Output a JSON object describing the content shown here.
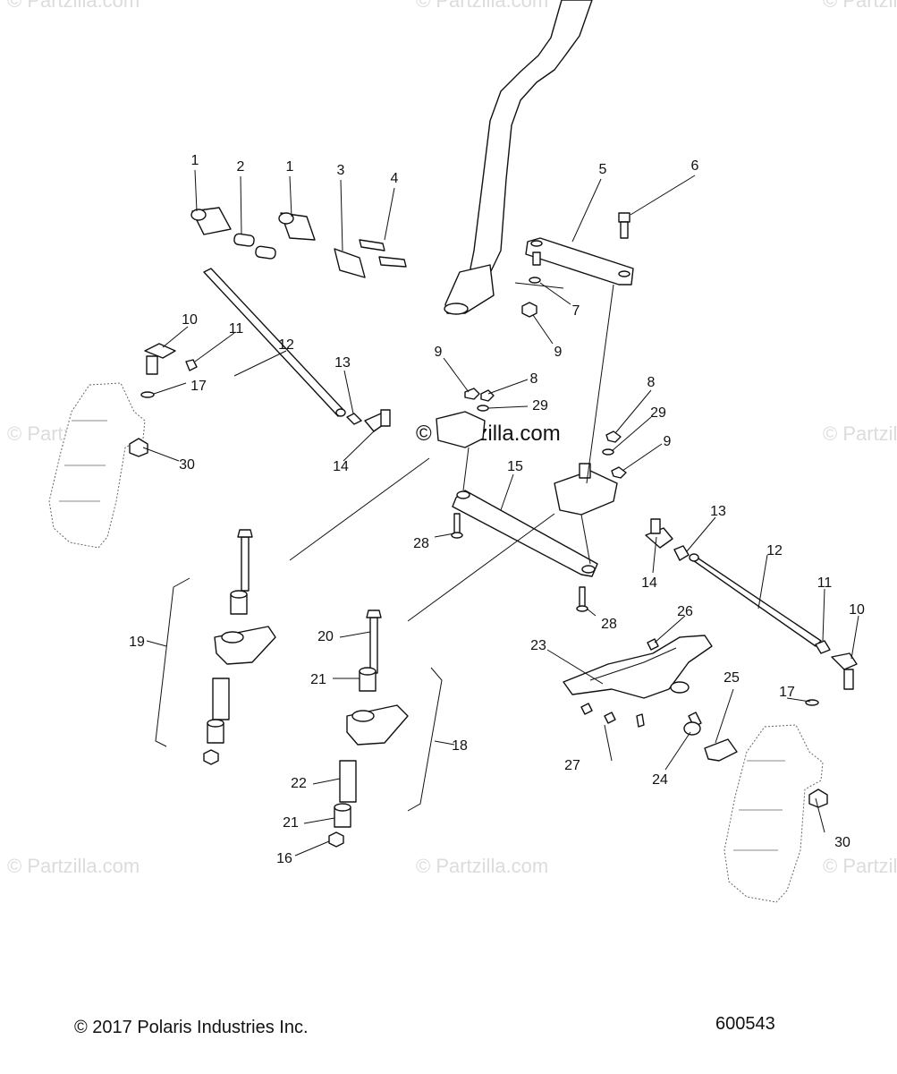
{
  "watermark": {
    "text": "© Partzilla.com",
    "center_text": "© Partzilla.com"
  },
  "footer": {
    "copyright": "© 2017 Polaris Industries Inc.",
    "drawing_number": "600543"
  },
  "callouts": [
    "1",
    "2",
    "1",
    "3",
    "4",
    "5",
    "6",
    "7",
    "9",
    "10",
    "11",
    "12",
    "13",
    "17",
    "30",
    "14",
    "9",
    "8",
    "29",
    "8",
    "29",
    "9",
    "15",
    "28",
    "13",
    "12",
    "11",
    "10",
    "14",
    "28",
    "19",
    "20",
    "21",
    "26",
    "23",
    "25",
    "17",
    "18",
    "27",
    "24",
    "22",
    "21",
    "16",
    "30"
  ]
}
